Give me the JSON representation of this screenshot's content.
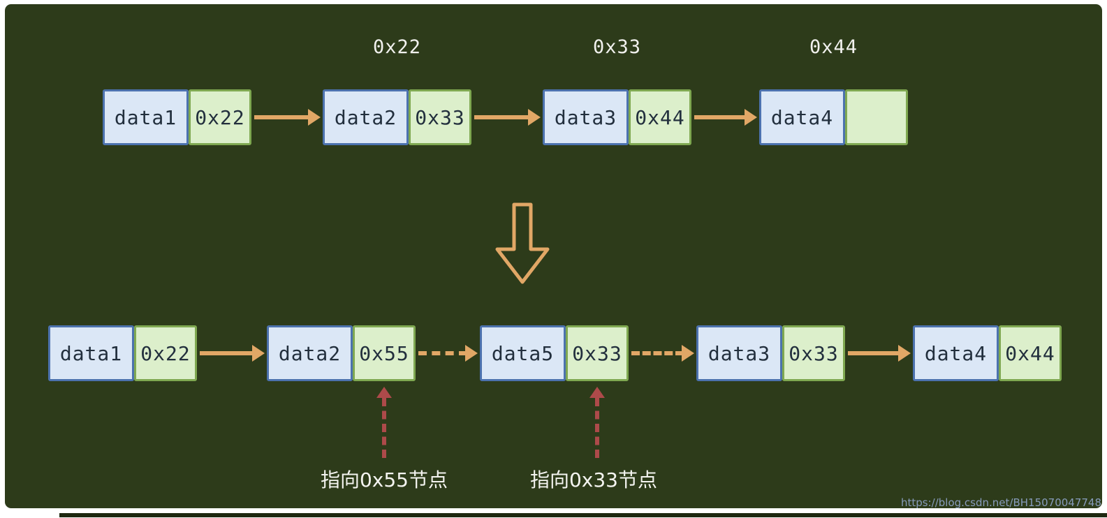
{
  "colors": {
    "canvas_bg": "#2d3b1a",
    "data_cell_bg": "#dbe7f6",
    "data_cell_border": "#4c72ae",
    "pointer_cell_bg": "#dcefcb",
    "pointer_cell_border": "#7fa851",
    "arrow": "#e1a766",
    "annotation_arrow": "#ad4a4a",
    "label_text": "#f1f1ee",
    "node_text": "#222f3d"
  },
  "before": {
    "address_labels": [
      "0x22",
      "0x33",
      "0x44"
    ],
    "nodes": [
      {
        "data": "data1",
        "next": "0x22"
      },
      {
        "data": "data2",
        "next": "0x33"
      },
      {
        "data": "data3",
        "next": "0x44"
      },
      {
        "data": "data4",
        "next": ""
      }
    ]
  },
  "after": {
    "nodes": [
      {
        "data": "data1",
        "next": "0x22"
      },
      {
        "data": "data2",
        "next": "0x55"
      },
      {
        "data": "data5",
        "next": "0x33"
      },
      {
        "data": "data3",
        "next": "0x33"
      },
      {
        "data": "data4",
        "next": "0x44"
      }
    ]
  },
  "annotations": [
    {
      "text": "指向0x55节点"
    },
    {
      "text": "指向0x33节点"
    }
  ],
  "watermark": {
    "text": "https://blog.csdn.net/BH15070047748"
  }
}
